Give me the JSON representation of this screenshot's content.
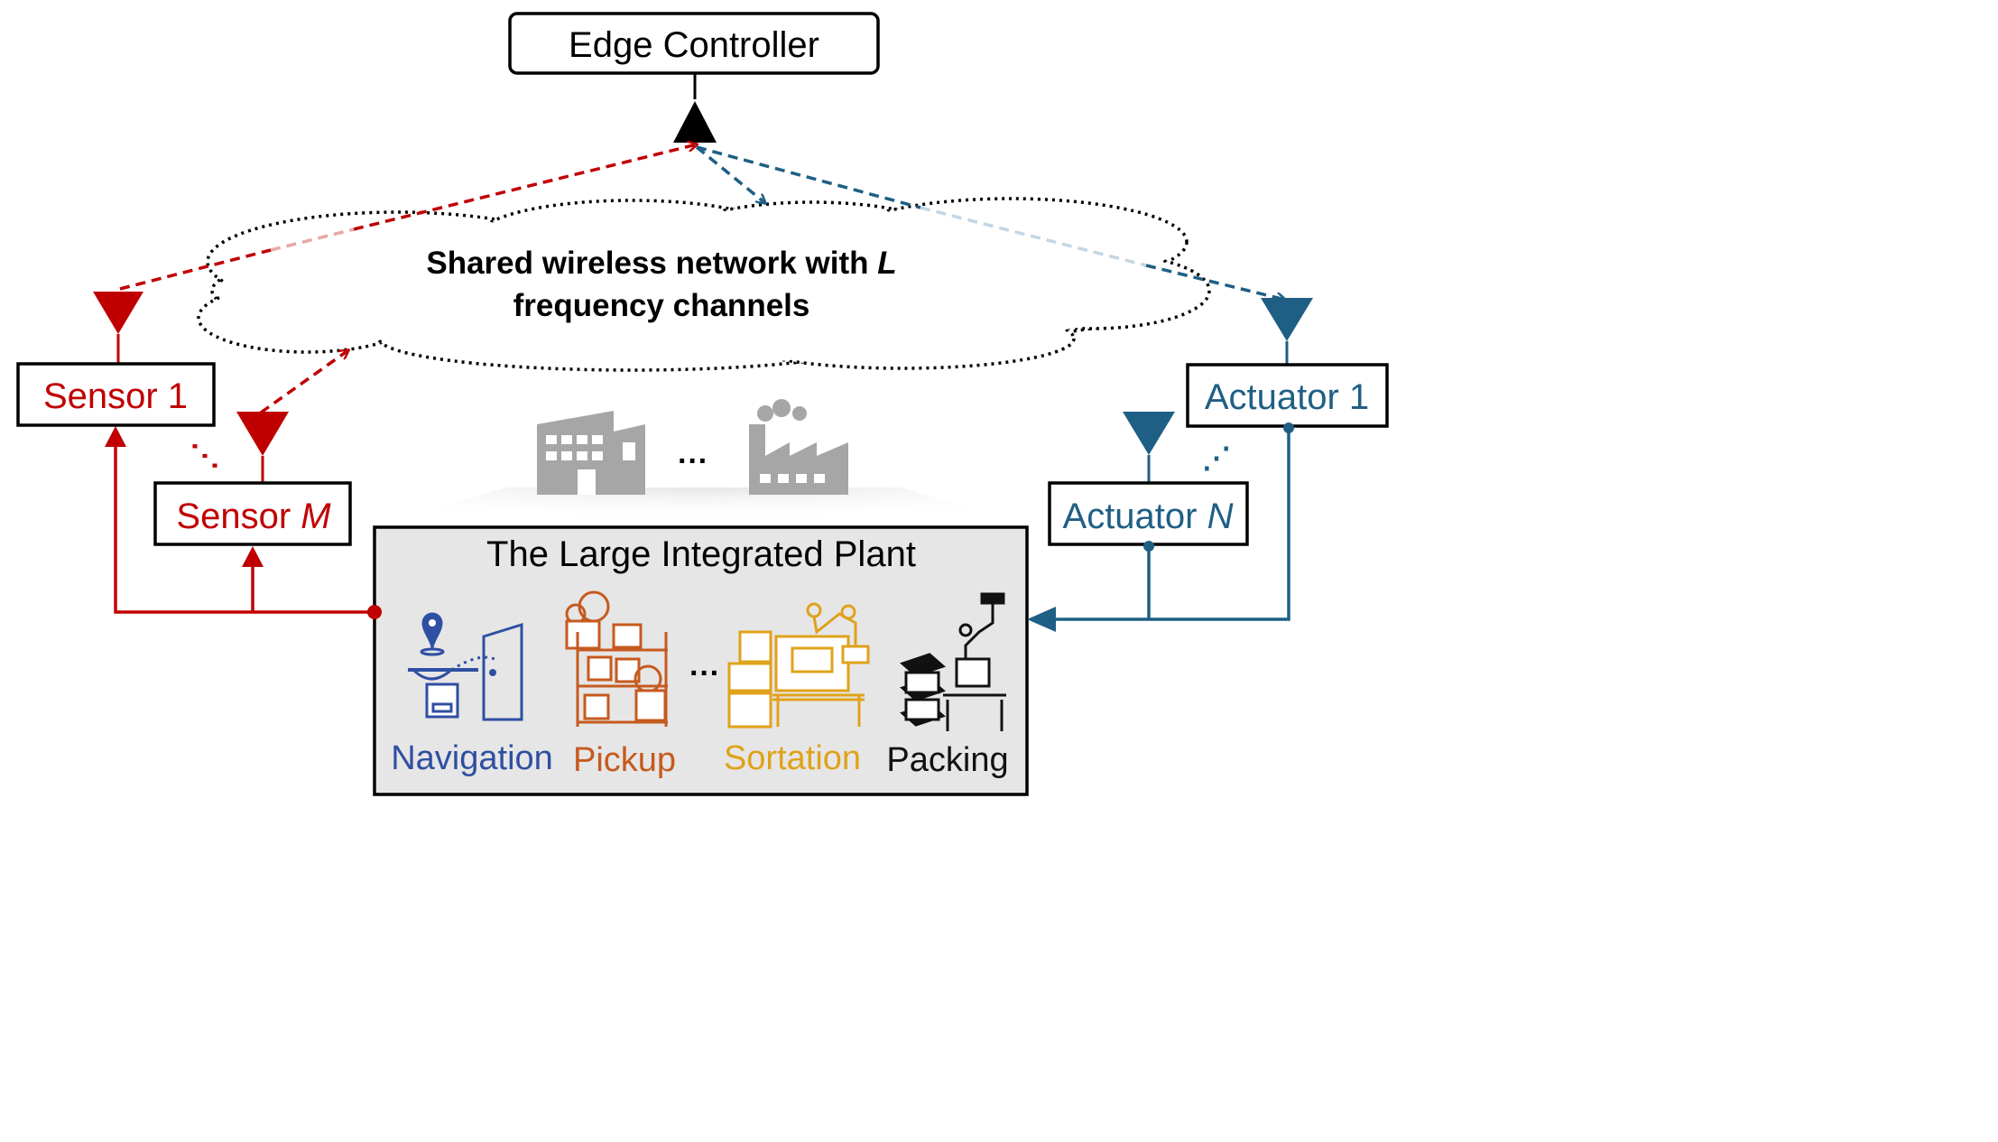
{
  "edge_controller": {
    "label": "Edge Controller"
  },
  "network": {
    "line1_prefix": "Shared wireless network with ",
    "line1_var": "L",
    "line2": "frequency channels"
  },
  "sensors": {
    "first": "Sensor 1",
    "last_prefix": "Sensor ",
    "last_var": "M",
    "dots": "⋰"
  },
  "actuators": {
    "first": "Actuator 1",
    "last_prefix": "Actuator ",
    "last_var": "N",
    "dots": "⋰"
  },
  "plant": {
    "title": "The Large Integrated Plant",
    "factory_ellipsis": "···",
    "process_ellipsis": "···",
    "stages": [
      {
        "label": "Navigation",
        "color": "#2f4fa3"
      },
      {
        "label": "Pickup",
        "color": "#c65a1e"
      },
      {
        "label": "Sortation",
        "color": "#e0a21a"
      },
      {
        "label": "Packing",
        "color": "#111111"
      }
    ]
  },
  "colors": {
    "sensor": "#c00000",
    "actuator": "#1f5f85",
    "factory_icon": "#a6a6a6"
  }
}
